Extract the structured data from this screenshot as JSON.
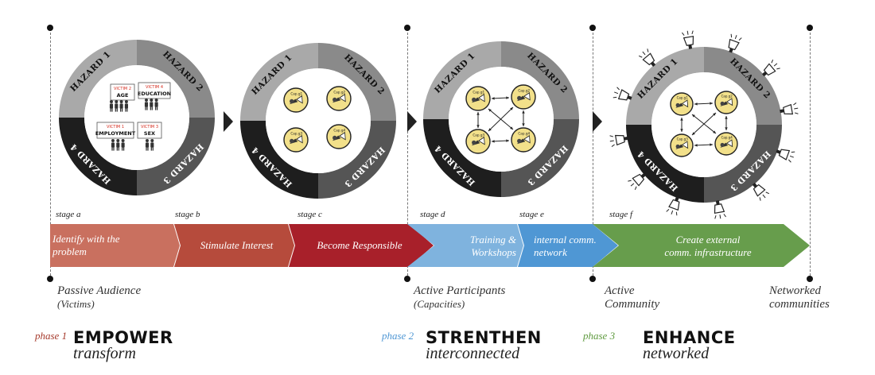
{
  "hazards": [
    "HAZARD 1",
    "HAZARD 2",
    "HAZARD 3",
    "HAZARD 4"
  ],
  "victims": [
    {
      "tag": "VICTIM 2",
      "label": "AGE"
    },
    {
      "tag": "VICTIM 4",
      "label": "EDUCATION"
    },
    {
      "tag": "VICTIM 1",
      "label": "EMPLOYMENT"
    },
    {
      "tag": "VICTIM 3",
      "label": "SEX"
    }
  ],
  "capacities": [
    "Cap.g1",
    "Cap.g2",
    "Cap.g3",
    "Cap.g4"
  ],
  "stages": [
    "stage a",
    "stage b",
    "stage c",
    "stage d",
    "stage e",
    "stage f"
  ],
  "steps": [
    {
      "line1": "Identify with the",
      "line2": "problem",
      "color": "#c9705f"
    },
    {
      "line1": "Stimulate Interest",
      "line2": "",
      "color": "#b64b3c"
    },
    {
      "line1": "Become Responsible",
      "line2": "",
      "color": "#a8202a"
    },
    {
      "line1": "Training &",
      "line2": "Workshops",
      "color": "#7fb3de"
    },
    {
      "line1": "internal comm.",
      "line2": "network",
      "color": "#4f97d4"
    },
    {
      "line1": "Create external",
      "line2": "comm. infrastructure",
      "color": "#679d4c"
    }
  ],
  "audiences": [
    {
      "line1": "Passive Audience",
      "line2": "(Victims)"
    },
    {
      "line1": "Active Participants",
      "line2": "(Capacities)"
    },
    {
      "line1": "Active",
      "line2": "Community"
    },
    {
      "line1": "Networked",
      "line2": "communities"
    }
  ],
  "phases": [
    {
      "tag": "phase 1",
      "title": "EMPOWER",
      "subtitle": "transform",
      "color": "#a63a2c"
    },
    {
      "tag": "phase 2",
      "title": "STRENTHEN",
      "subtitle": "interconnected",
      "color": "#4f97d4"
    },
    {
      "tag": "phase 3",
      "title": "ENHANCE",
      "subtitle": "networked",
      "color": "#5e9a3e"
    }
  ]
}
